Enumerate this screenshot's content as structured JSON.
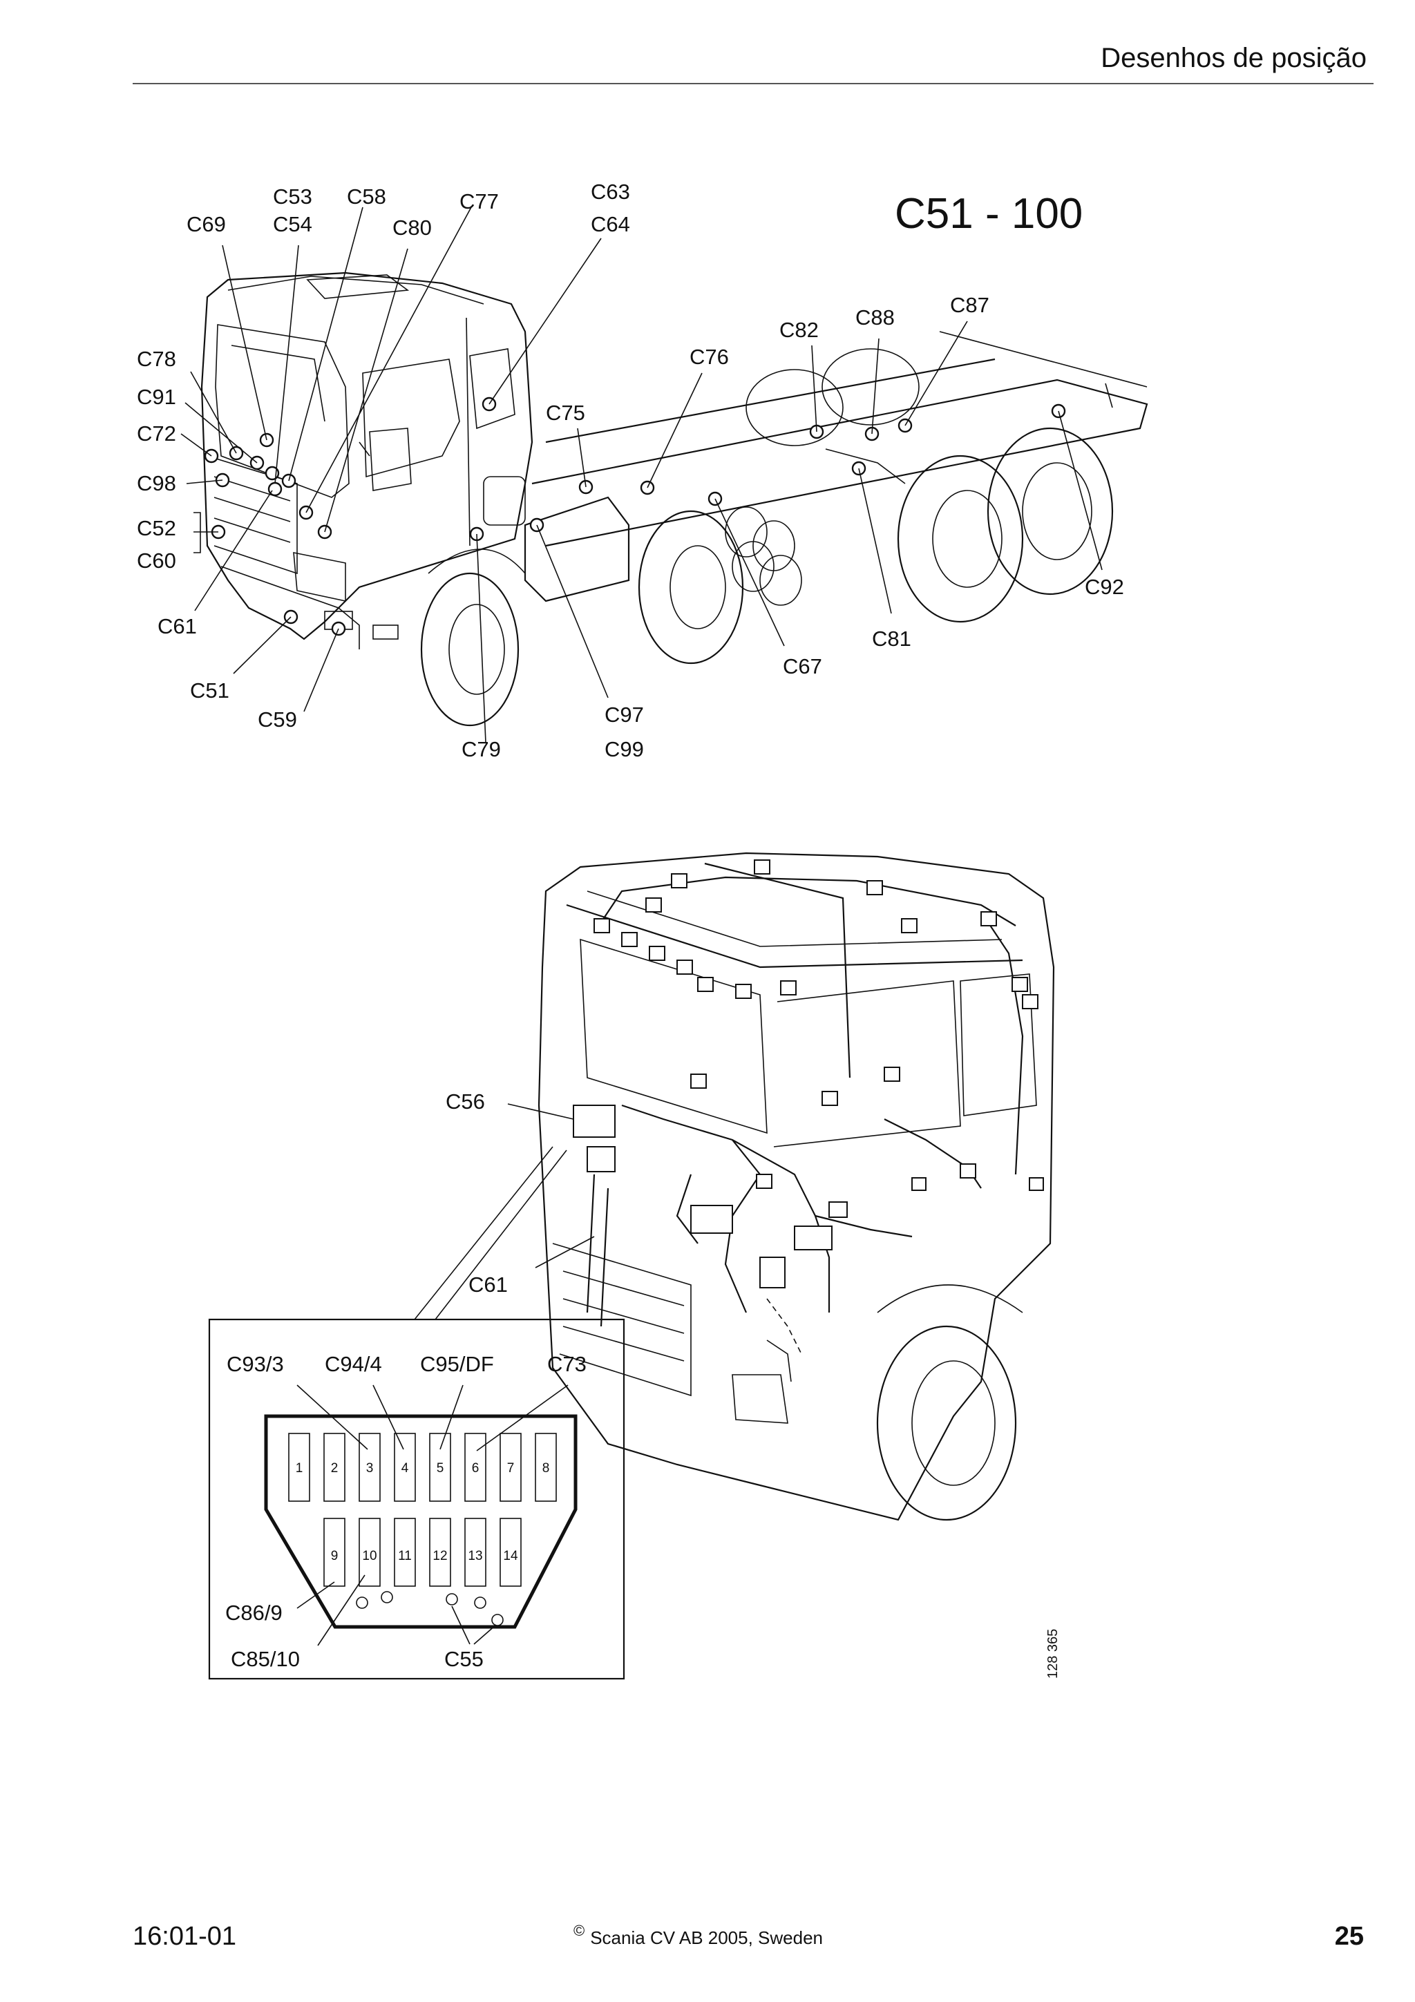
{
  "header": {
    "section_title": "Desenhos de posição"
  },
  "figure1": {
    "range_title": "C51 - 100",
    "labels": {
      "c53": "C53",
      "c58": "C58",
      "c77": "C77",
      "c63": "C63",
      "c64": "C64",
      "c69": "C69",
      "c54": "C54",
      "c80": "C80",
      "c78": "C78",
      "c91": "C91",
      "c72": "C72",
      "c98": "C98",
      "c52": "C52",
      "c60": "C60",
      "c61": "C61",
      "c51": "C51",
      "c59": "C59",
      "c79": "C79",
      "c97": "C97",
      "c99": "C99",
      "c75": "C75",
      "c76": "C76",
      "c82": "C82",
      "c88": "C88",
      "c87": "C87",
      "c92": "C92",
      "c81": "C81",
      "c67": "C67"
    }
  },
  "figure2": {
    "labels": {
      "c56": "C56",
      "c61": "C61"
    },
    "inset": {
      "top_labels": {
        "c93": "C93/3",
        "c94": "C94/4",
        "c95": "C95/DF",
        "c73": "C73"
      },
      "pins_top": [
        "1",
        "2",
        "3",
        "4",
        "5",
        "6",
        "7",
        "8"
      ],
      "pins_bottom": [
        "9",
        "10",
        "11",
        "12",
        "13",
        "14"
      ],
      "bottom_labels": {
        "c86": "C86/9",
        "c85": "C85/10",
        "c55": "C55"
      }
    },
    "figure_number": "128 365"
  },
  "footer": {
    "doc_code": "16:01-01",
    "copyright_symbol": "©",
    "copyright": "Scania CV AB 2005, Sweden",
    "page_number": "25"
  }
}
